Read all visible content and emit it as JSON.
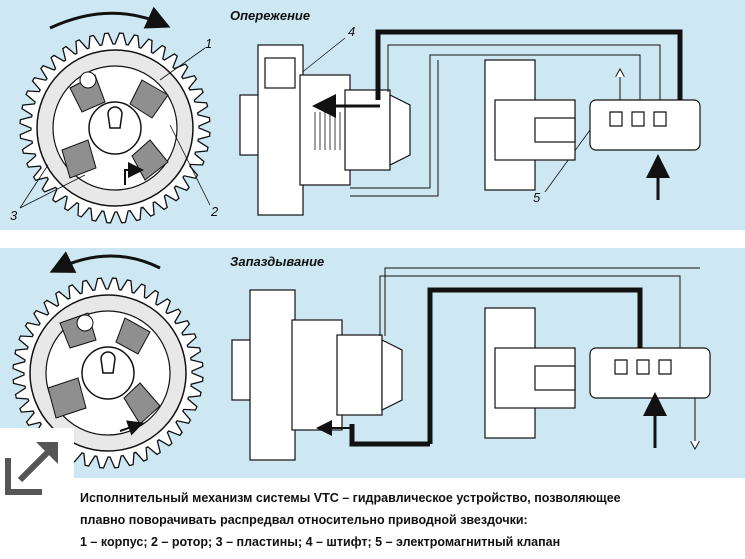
{
  "diagram": {
    "top_panel": {
      "mode_label": "Опережение",
      "callouts": {
        "n1": "1",
        "n2": "2",
        "n3": "3",
        "n4": "4",
        "n5": "5"
      }
    },
    "bottom_panel": {
      "mode_label": "Запаздывание"
    }
  },
  "caption": {
    "line1": "Исполнительный механизм системы VTC – гидравлическое устройство, позволяющее",
    "line2": "плавно поворачивать распредвал относительно приводной звездочки:",
    "line3": "1 – корпус; 2 – ротор; 3 – пластины; 4 – штифт; 5 – электромагнитный клапан"
  },
  "icons": {
    "expand": "expand-arrow-icon"
  },
  "colors": {
    "panel_bg": "#cde8f3",
    "line": "#111111",
    "part_gray": "#8f8f8f"
  }
}
